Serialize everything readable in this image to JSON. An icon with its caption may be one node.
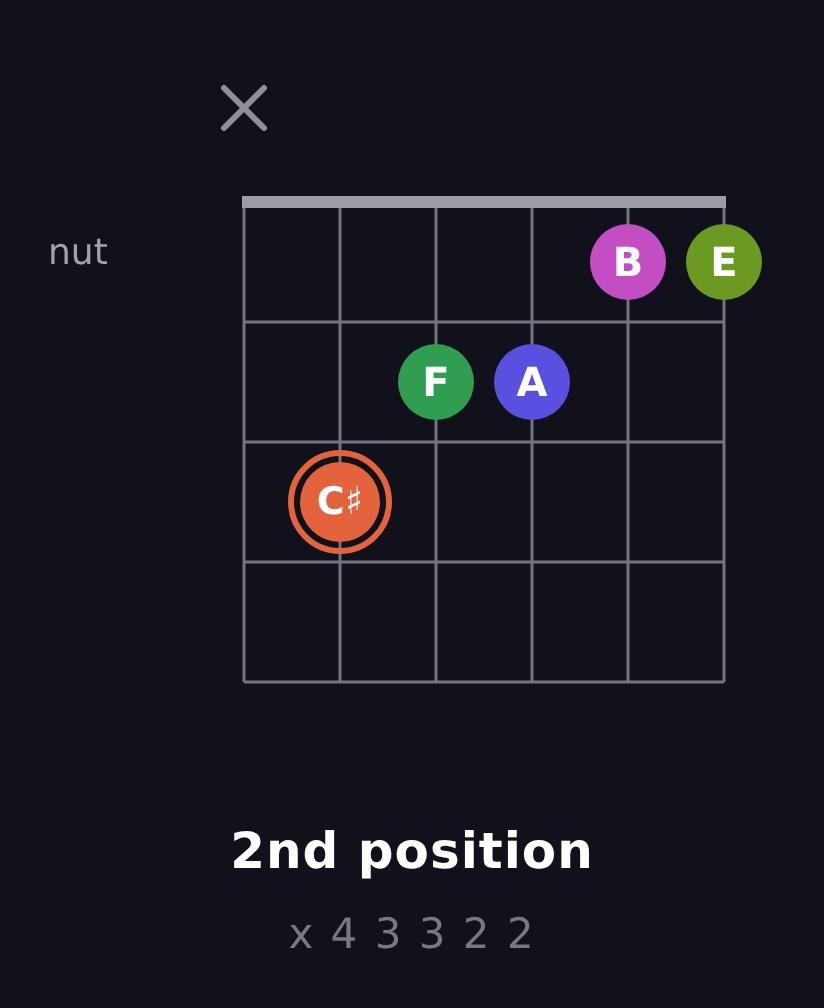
{
  "diagram": {
    "title": "2nd position",
    "caption": "x 4 3 3 2 2",
    "nodes": [
      {
        "text": [
          "B"
        ]
      },
      {
        "text": [
          "E"
        ]
      },
      {
        "text": [
          "F"
        ]
      },
      {
        "text": [
          "A"
        ]
      },
      {
        "text": [
          "C♯"
        ]
      }
    ],
    "labels": [
      "nut"
    ]
  }
}
